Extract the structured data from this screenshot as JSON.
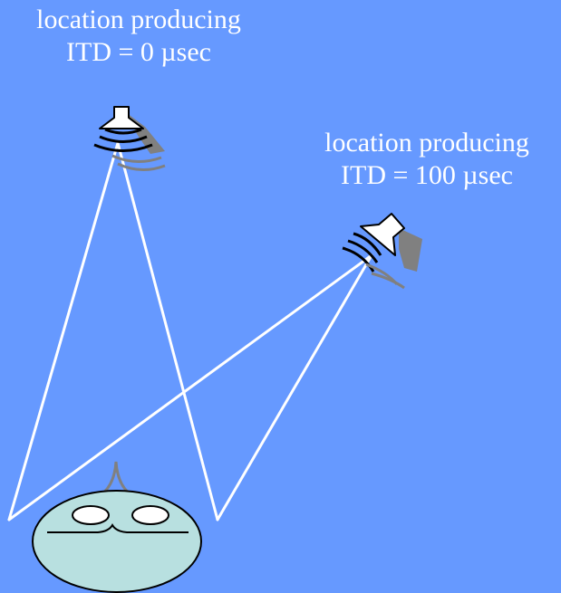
{
  "colors": {
    "background": "#6699ff",
    "lines": "#ffffff",
    "head_fill": "#b8e0e0",
    "speaker_shadow": "#808080"
  },
  "labels": {
    "center_source": {
      "line1": "location producing",
      "line2": "ITD = 0 µsec"
    },
    "offset_source": {
      "line1": "location producing",
      "line2": "ITD = 100 µsec"
    }
  },
  "icons": {
    "center_speaker": "loudspeaker-icon",
    "offset_speaker": "loudspeaker-icon",
    "listener": "listener-head-icon"
  }
}
